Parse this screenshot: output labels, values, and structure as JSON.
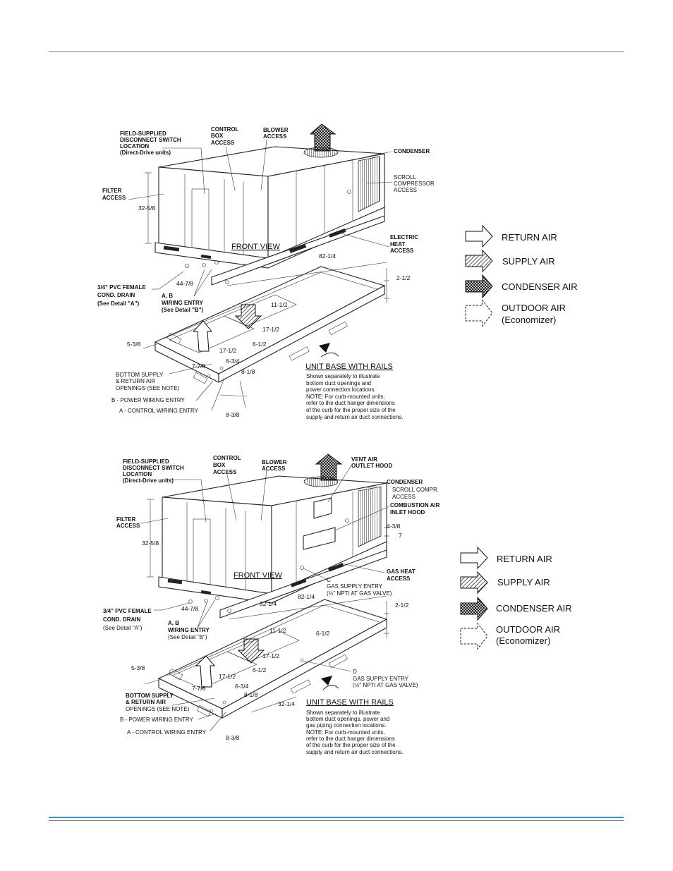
{
  "diagram1": {
    "labels": {
      "disconnect": [
        "FIELD-SUPPLIED",
        "DISCONNECT SWITCH",
        "LOCATION",
        "(Direct-Drive units)"
      ],
      "control_box": [
        "CONTROL",
        "BOX",
        "ACCESS"
      ],
      "blower": [
        "BLOWER",
        "ACCESS"
      ],
      "condenser": "CONDENSER",
      "scroll": [
        "SCROLL",
        "COMPRESSOR",
        "ACCESS"
      ],
      "filter": [
        "FILTER",
        "ACCESS"
      ],
      "front_view": "FRONT VIEW",
      "electric_heat": [
        "ELECTRIC",
        "HEAT",
        "ACCESS"
      ],
      "pvc": [
        "3/4\" PVC FEMALE",
        "COND. DRAIN",
        "(See Detail \"A\")"
      ],
      "wiring": [
        "A, B",
        "WIRING ENTRY",
        "(See Detail \"B\")"
      ],
      "bottom_openings": [
        "BOTTOM SUPPLY",
        "& RETURN AIR",
        "OPENINGS (SEE NOTE)"
      ],
      "power_wiring": "B - POWER WIRING ENTRY",
      "control_wiring": "A - CONTROL WIRING ENTRY",
      "unit_base": "UNIT BASE WITH RAILS",
      "note": [
        "Shown separately to illustrate",
        "bottom duct openings and",
        "power connection locations.",
        "NOTE: For curb-mounted units,",
        "refer to the duct hanger dimensions",
        "of the curb for the proper size of the",
        "supply and return air duct connections."
      ]
    },
    "dims": {
      "height": "32-5/8",
      "length": "82-1/4",
      "width": "44-7/8",
      "rail": "2-1/2",
      "d1": "11-1/2",
      "d2": "17-1/2",
      "d3": "6-1/2",
      "d4": "17-1/2",
      "d5": "5-3/8",
      "d6": "7-7/8",
      "d7": "6-3/4",
      "d8": "8-1/8",
      "d9": "8-3/8"
    }
  },
  "diagram2": {
    "labels": {
      "disconnect": [
        "FIELD-SUPPLIED",
        "DISCONNECT SWITCH",
        "LOCATION",
        "(Direct-Drive units)"
      ],
      "control_box": [
        "CONTROL",
        "BOX",
        "ACCESS"
      ],
      "blower": [
        "BLOWER",
        "ACCESS"
      ],
      "vent": [
        "VENT AIR",
        "OUTLET HOOD"
      ],
      "condenser": "CONDENSER",
      "scroll": [
        "SCROLL COMPR.",
        "ACCESS"
      ],
      "combustion": [
        "COMBUSTION AIR",
        "INLET HOOD"
      ],
      "filter": [
        "FILTER",
        "ACCESS"
      ],
      "front_view": "FRONT VIEW",
      "gas_heat": [
        "GAS HEAT",
        "ACCESS"
      ],
      "gas_c": [
        "C",
        "GAS SUPPLY ENTRY",
        "(½\" NPTI AT GAS VALVE)"
      ],
      "pvc": [
        "3/4\" PVC FEMALE",
        "COND. DRAIN",
        "(See Detail \"A\")"
      ],
      "wiring": [
        "A, B",
        "WIRING ENTRY",
        "(See Detail \"B\")"
      ],
      "gas_d": [
        "D",
        "GAS SUPPLY ENTRY",
        "(½\" NPTI AT GAS VALVE)"
      ],
      "bottom_openings": [
        "BOTTOM SUPPLY",
        "& RETURN AIR",
        "OPENINGS (SEE NOTE)"
      ],
      "power_wiring": "B - POWER WIRING ENTRY",
      "control_wiring": "A - CONTROL WIRING ENTRY",
      "unit_base": "UNIT BASE WITH RAILS",
      "note": [
        "Shown separately to illustrate",
        "bottom duct openings, power and",
        "gas piping connection locations.",
        "NOTE: For curb-mounted units,",
        "refer to the duct hanger dimensions",
        "of the curb for the proper size of the",
        "supply and return air duct connections."
      ]
    },
    "dims": {
      "height": "32-5/8",
      "length": "82-1/4",
      "width": "44-7/8",
      "rail": "2-1/2",
      "hood1": "4-3/8",
      "hood2": "7",
      "len2": "32-1/4",
      "len3": "32-1/4",
      "d1": "11-1/2",
      "d2": "17-1/2",
      "d3": "6-1/2",
      "d4": "17-1/2",
      "d5": "5-3/8",
      "d6": "7-7/8",
      "d7": "6-3/4",
      "d8": "8-1/8",
      "d9": "8-3/8",
      "d10": "6-1/2"
    }
  },
  "legend1": {
    "return": "RETURN AIR",
    "supply": "SUPPLY AIR",
    "condenser": "CONDENSER AIR",
    "outdoor": [
      "OUTDOOR AIR",
      "(Economizer)"
    ]
  },
  "legend2": {
    "return": "RETURN AIR",
    "supply": "SUPPLY AIR",
    "condenser": "CONDENSER AIR",
    "outdoor": [
      "OUTDOOR AIR",
      "(Economizer)"
    ]
  },
  "colors": {
    "rule": "#3a8fcf",
    "ink": "#222222"
  }
}
